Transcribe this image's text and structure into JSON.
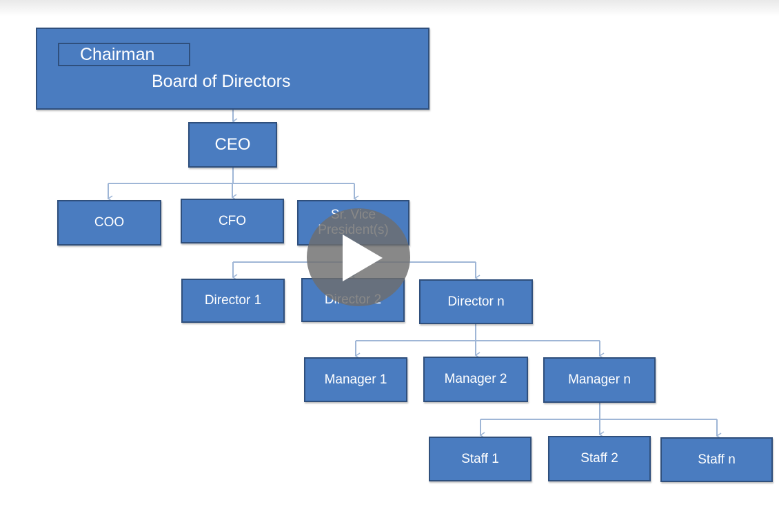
{
  "board": {
    "chairman": "Chairman",
    "title": "Board of Directors"
  },
  "ceo": "CEO",
  "executives": [
    "COO",
    "CFO",
    "Sr. Vice President(s)"
  ],
  "directors": [
    "Director 1",
    "Director 2",
    "Director n"
  ],
  "managers": [
    "Manager 1",
    "Manager 2",
    "Manager n"
  ],
  "staff": [
    "Staff 1",
    "Staff 2",
    "Staff n"
  ],
  "colors": {
    "box_fill": "#4a7cc0",
    "box_border": "#2f4f7c",
    "connector": "#9fb6d6",
    "play_overlay": "#6e6e6e"
  },
  "video": {
    "play_icon": "play-icon"
  }
}
